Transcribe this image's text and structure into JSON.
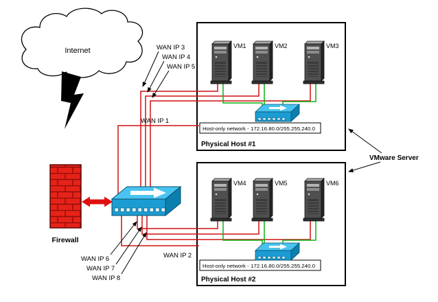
{
  "diagram": {
    "internet_label": "Internet",
    "firewall_label": "Firewall",
    "vmware_server_label": "VMware Server",
    "wan_ips": {
      "wan1": "WAN IP 1",
      "wan2": "WAN IP 2",
      "wan3": "WAN IP 3",
      "wan4": "WAN IP 4",
      "wan5": "WAN IP 5",
      "wan6": "WAN IP 6",
      "wan7": "WAN IP 7",
      "wan8": "WAN IP 8"
    },
    "hosts": [
      {
        "label": "Physical Host #1",
        "network_label": "Host-only network - 172.16.80.0/255.255.240.0",
        "vms": [
          "VM1",
          "VM2",
          "VM3"
        ]
      },
      {
        "label": "Physical Host #2",
        "network_label": "Host-only network - 172.16.80.0/255.255.240.0",
        "vms": [
          "VM4",
          "VM5",
          "VM6"
        ]
      }
    ],
    "colors": {
      "wan_line": "#cf1010",
      "lan_line": "#0db014",
      "switch_front": "#1b9cd3",
      "switch_top": "#49c3ef",
      "firewall_brick": "#e62219"
    }
  }
}
